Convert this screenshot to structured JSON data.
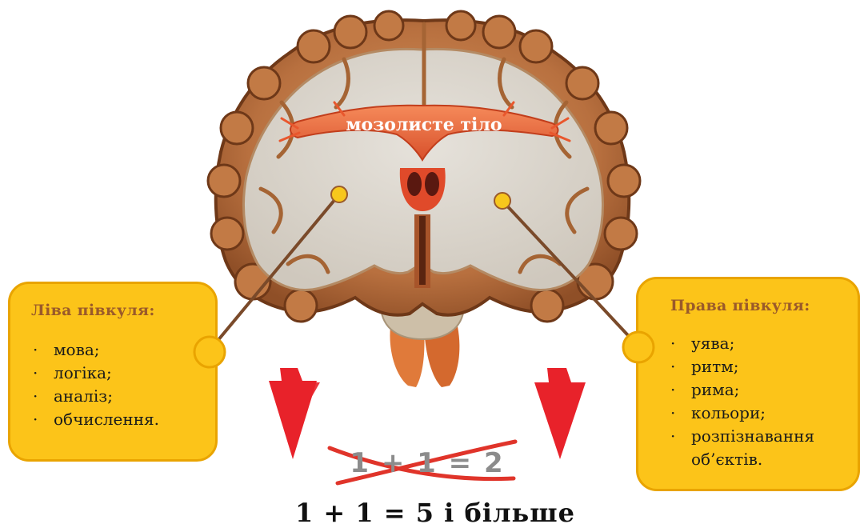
{
  "brain": {
    "label": "мозолисте тіло"
  },
  "left_panel": {
    "title": "Ліва півкуля:",
    "items": [
      "мова;",
      "логіка;",
      "аналіз;",
      "обчислення."
    ]
  },
  "right_panel": {
    "title": "Права півкуля:",
    "items": [
      "уява;",
      "ритм;",
      "рима;",
      "кольори;",
      "розпізнавання",
      "об’єктів."
    ]
  },
  "equations": {
    "crossed_out": "1 + 1 = 2",
    "result": "1 + 1 = 5 і більше"
  },
  "bullet": "·",
  "colors": {
    "panel_fill": "#fcc419",
    "panel_border": "#e9a400",
    "panel_title": "#9a5a2a",
    "arrow_red": "#e8222a",
    "connector_line": "#7a4a2a",
    "cortex": "#b36d3e",
    "white_matter": "#d9d4cc",
    "corpus_callosum": "#ec6a3c"
  }
}
